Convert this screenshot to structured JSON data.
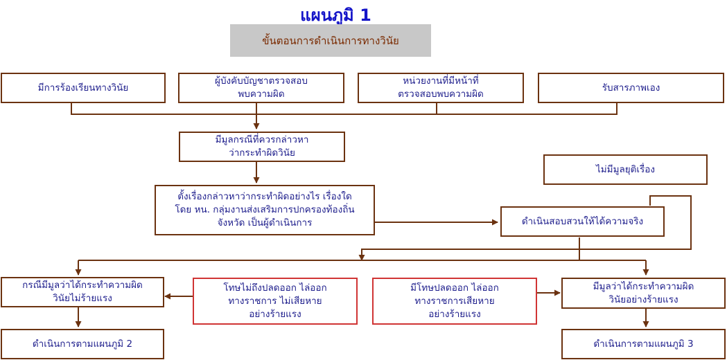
{
  "title": "แผนภูมิ 1",
  "subtitle": "ขั้นตอนการดำเนินการทางวินัย",
  "boxes": {
    "complaint": "มีการร้องเรียนทางวินัย",
    "supervisor": "ผู้บังคับบัญชาตรวจสอบ\nพบความผิด",
    "agency": "หน่วยงานที่มีหน้าที่\nตรวจสอบพบความผิด",
    "confession": "รับสารภาพเอง",
    "grounds": "มีมูลกรณีที่ควรกล่าวหา\nว่ากระทำผิดวินัย",
    "charge": "ตั้งเรื่องกล่าวหาว่ากระทำผิดอย่างไร เรื่องใด\nโดย หน. กลุ่มงานส่งเสริมการปกครองท้องถิ่น\nจังหวัด เป็นผู้ดำเนินการ",
    "no_grounds": "ไม่มีมูลยุติเรื่อง",
    "investigate": "ดำเนินสอบสวนให้ได้ความจริง",
    "minor": "กรณีมีมูลว่าได้กระทำความผิด\nวินัยไม่ร้ายแรง",
    "minor_penalty": "โทษไม่ถึงปลดออก ไล่ออก\nทางราชการ ไม่เสียหาย\nอย่างร้ายแรง",
    "severe_penalty": "มีโทษปลดออก ไล่ออก\nทางราชการเสียหาย\nอย่างร้ายแรง",
    "severe": "มีมูลว่าได้กระทำความผิด\nวินัยอย่างร้ายแรง",
    "chart2": "ดำเนินการตามแผนภูมิ 2",
    "chart3": "ดำเนินการตามแผนภูมิ 3"
  },
  "colors": {
    "title": "#1414c8",
    "line": "#6b3210",
    "text": "#1e1e8c",
    "red_border": "#d03434"
  }
}
